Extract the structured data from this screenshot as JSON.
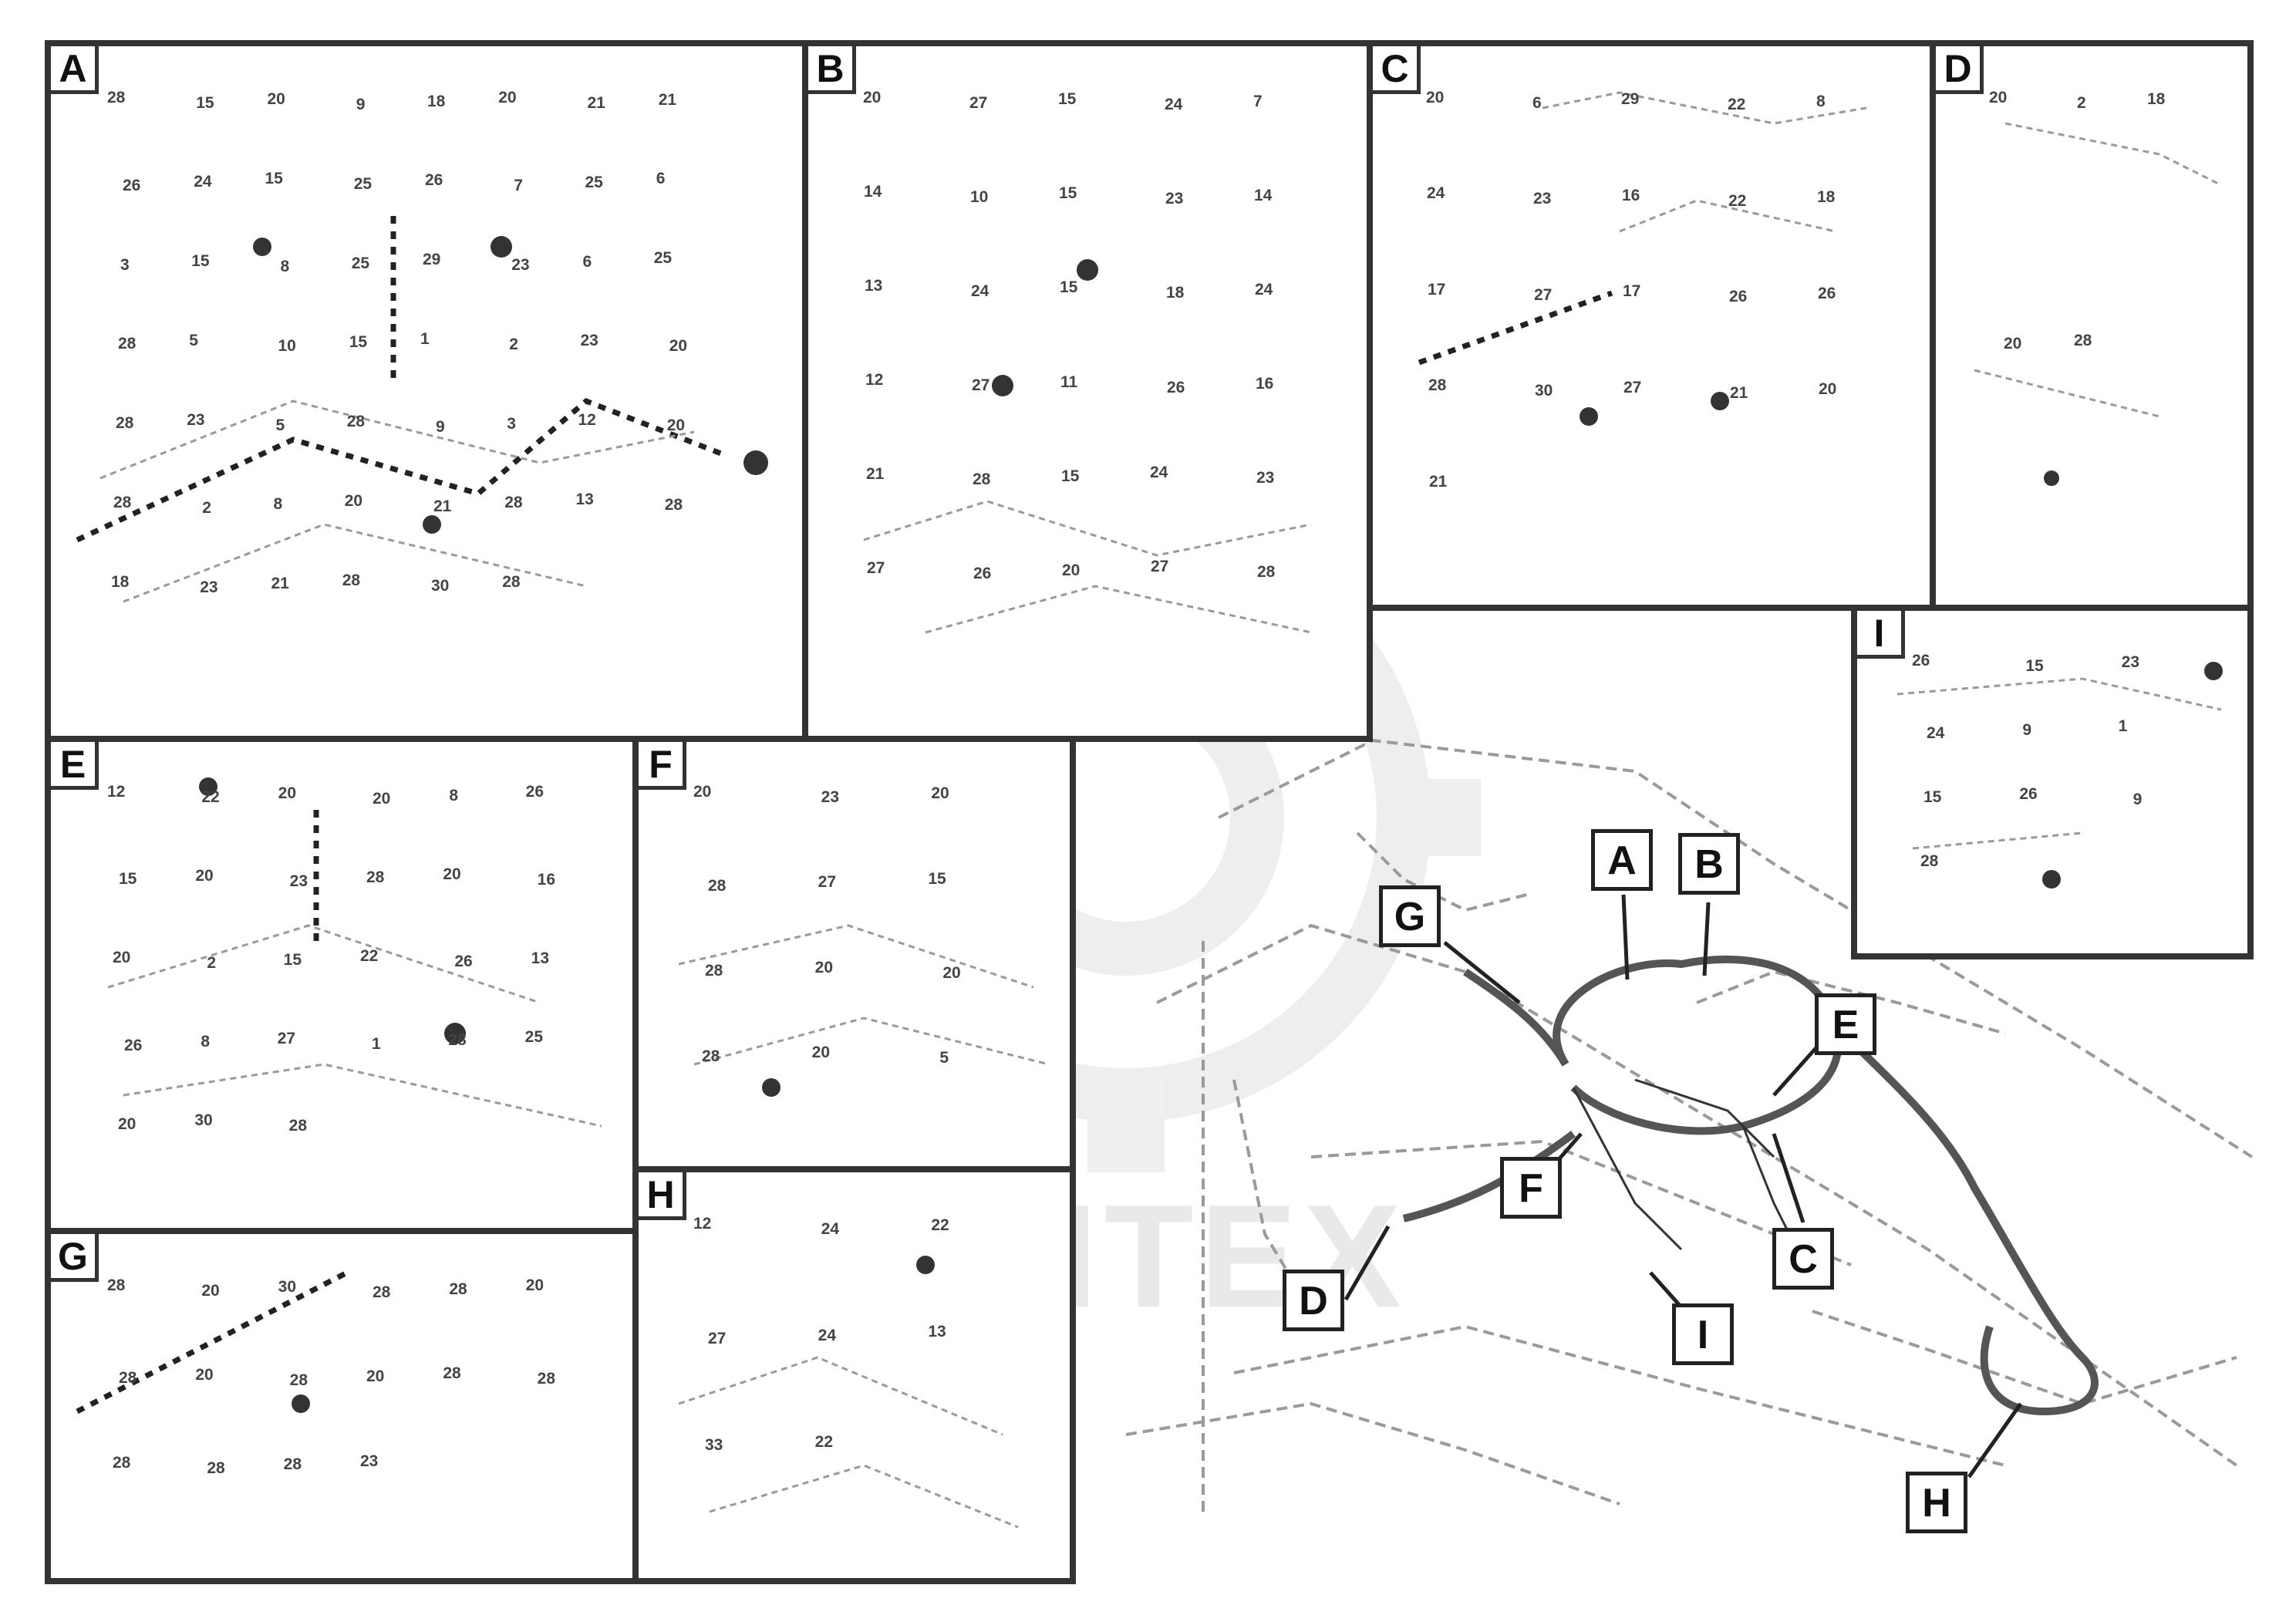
{
  "watermark": "MHTEX",
  "document_number": "",
  "panels": {
    "A": {
      "tag": "A",
      "labels": [
        "28",
        "15",
        "20",
        "9",
        "18",
        "20",
        "21",
        "21",
        "26",
        "24",
        "15",
        "25",
        "26",
        "7",
        "25",
        "6",
        "3",
        "15",
        "8",
        "25",
        "29",
        "23",
        "6",
        "25",
        "28",
        "5",
        "10",
        "15",
        "1",
        "2",
        "23",
        "20",
        "28",
        "23",
        "5",
        "28",
        "9",
        "3",
        "12",
        "20",
        "28",
        "2",
        "8",
        "20",
        "21",
        "28",
        "13",
        "28",
        "18",
        "23",
        "21",
        "28",
        "30",
        "28"
      ]
    },
    "B": {
      "tag": "B",
      "labels": [
        "20",
        "27",
        "15",
        "24",
        "7",
        "14",
        "10",
        "15",
        "23",
        "14",
        "13",
        "24",
        "15",
        "18",
        "24",
        "12",
        "27",
        "11",
        "26",
        "16",
        "21",
        "28",
        "15",
        "24",
        "23",
        "27",
        "26",
        "20",
        "27",
        "28"
      ]
    },
    "C": {
      "tag": "C",
      "labels": [
        "20",
        "6",
        "29",
        "22",
        "8",
        "24",
        "23",
        "16",
        "22",
        "18",
        "17",
        "27",
        "17",
        "26",
        "26",
        "28",
        "30",
        "27",
        "21",
        "20",
        "21"
      ]
    },
    "D": {
      "tag": "D",
      "labels": [
        "20",
        "2",
        "18",
        "20",
        "28"
      ]
    },
    "E": {
      "tag": "E",
      "labels": [
        "12",
        "22",
        "20",
        "20",
        "8",
        "26",
        "15",
        "20",
        "23",
        "28",
        "20",
        "16",
        "20",
        "2",
        "15",
        "22",
        "26",
        "13",
        "26",
        "8",
        "27",
        "1",
        "28",
        "25",
        "20",
        "30",
        "28"
      ]
    },
    "F": {
      "tag": "F",
      "labels": [
        "20",
        "23",
        "20",
        "28",
        "27",
        "15",
        "28",
        "20",
        "20",
        "28",
        "20",
        "5"
      ]
    },
    "G": {
      "tag": "G",
      "labels": [
        "28",
        "20",
        "30",
        "28",
        "28",
        "20",
        "28",
        "20",
        "28",
        "20",
        "28",
        "28",
        "28",
        "28",
        "28",
        "23"
      ]
    },
    "H": {
      "tag": "H",
      "labels": [
        "12",
        "24",
        "22",
        "27",
        "24",
        "13",
        "33",
        "22"
      ]
    },
    "I": {
      "tag": "I",
      "labels": [
        "26",
        "15",
        "23",
        "24",
        "9",
        "1",
        "15",
        "26",
        "9",
        "28"
      ]
    }
  },
  "callouts": [
    "A",
    "B",
    "C",
    "D",
    "E",
    "F",
    "G",
    "H",
    "I"
  ]
}
